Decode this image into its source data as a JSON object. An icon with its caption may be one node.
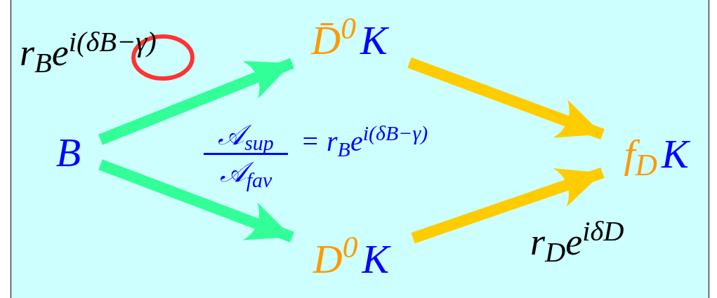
{
  "diagram": {
    "nodes": [
      {
        "text": [
          "B"
        ]
      },
      {
        "text": [
          "D̄$^{0}$",
          "K"
        ]
      },
      {
        "text": [
          "D$^{0}$",
          "K"
        ]
      },
      {
        "text": [
          "f$_{D}$",
          "K"
        ]
      }
    ],
    "edges": [
      {
        "from": 0,
        "to": 1,
        "arrow": "to",
        "label": "r$_{B}$e$^{i(δB−γ)}$",
        "color": "#33ff99"
      },
      {
        "from": 0,
        "to": 2,
        "arrow": "to",
        "color": "#33ff99"
      },
      {
        "from": 1,
        "to": 3,
        "arrow": "to",
        "color": "#ffcc00"
      },
      {
        "from": 2,
        "to": 3,
        "arrow": "to",
        "label": "r$_{D}$e$^{iδD}$",
        "color": "#ffcc00"
      }
    ],
    "labels": [
      "𝒜$_{sup}$",
      "𝒜$_{fav}$",
      "= r$_{B}$e$^{i(δB−γ)}$"
    ]
  }
}
